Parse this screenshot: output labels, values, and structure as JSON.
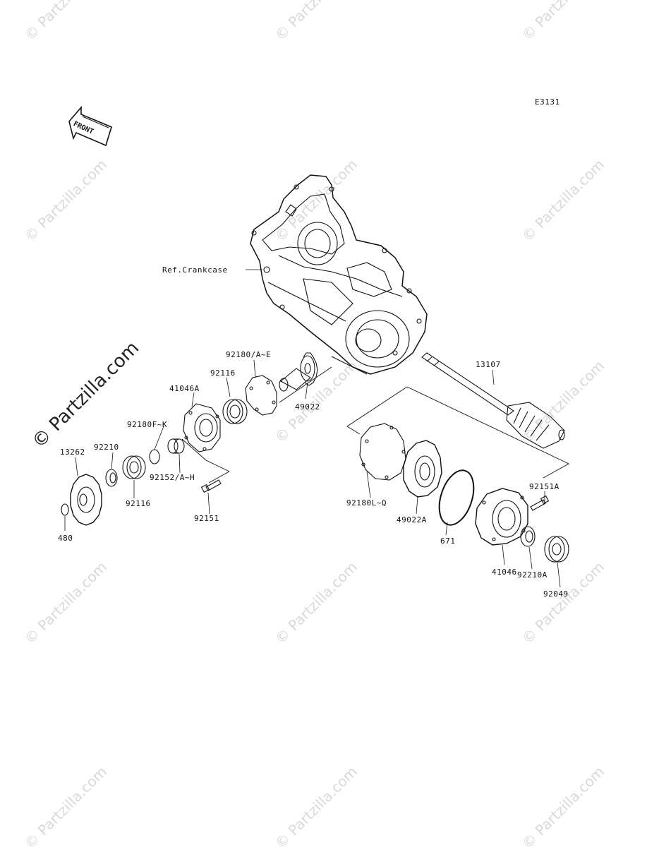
{
  "diagram_code": "E3131",
  "front_label": "FRONT",
  "watermark": "© Partzilla.com",
  "parts": {
    "crankcase": "Ref.Crankcase",
    "p13107": "13107",
    "p92180ae": "92180/A~E",
    "p92116a": "92116",
    "p41046a": "41046A",
    "p49022": "49022",
    "p92180fk": "92180F~K",
    "p92210": "92210",
    "p13262": "13262",
    "p92152": "92152/A~H",
    "p92116b": "92116",
    "p92151": "92151",
    "p480": "480",
    "p92180lq": "92180L~Q",
    "p49022a": "49022A",
    "p671": "671",
    "p92151a": "92151A",
    "p41046": "41046",
    "p92210a": "92210A",
    "p92049": "92049"
  }
}
